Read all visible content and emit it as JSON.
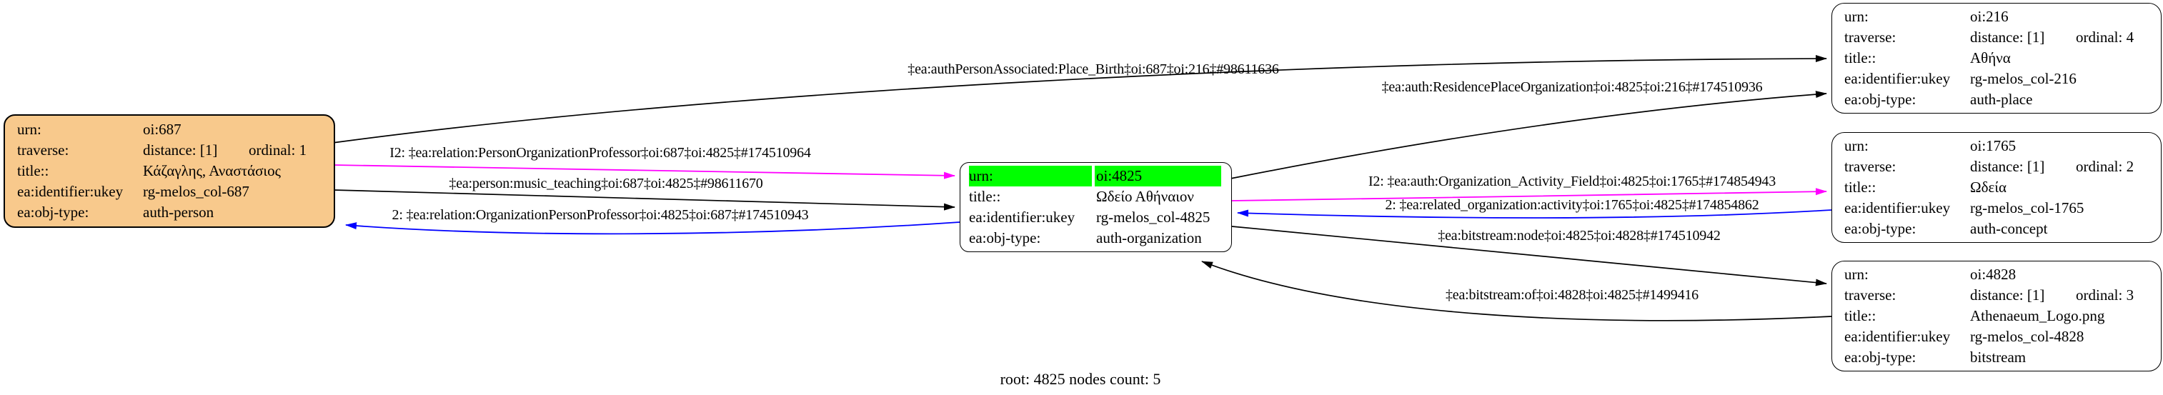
{
  "footer": "root: 4825 nodes count: 5",
  "colors": {
    "highlight_green": "#00ff00",
    "person_node_fill": "#f8c98c",
    "edge_black": "#000000",
    "edge_magenta": "#ff00ff",
    "edge_blue": "#0000ff"
  },
  "nodes": [
    {
      "id": "oi:687",
      "type": "auth-person",
      "rows": [
        {
          "key": "urn:",
          "value": "oi:687"
        },
        {
          "key": "traverse:",
          "value": "distance: [1]",
          "value2": "ordinal: 1"
        },
        {
          "key": "title::",
          "value": "Κάζαγλης, Αναστάσιος"
        },
        {
          "key": "ea:identifier:ukey",
          "value": "rg-melos_col-687"
        },
        {
          "key": "ea:obj-type:",
          "value": "auth-person"
        }
      ]
    },
    {
      "id": "oi:4825",
      "type": "auth-organization",
      "rows": [
        {
          "key": "urn:",
          "value": "oi:4825"
        },
        {
          "key": "title::",
          "value": "Ωδείο Αθήναιον"
        },
        {
          "key": "ea:identifier:ukey",
          "value": "rg-melos_col-4825"
        },
        {
          "key": "ea:obj-type:",
          "value": "auth-organization"
        }
      ]
    },
    {
      "id": "oi:216",
      "type": "auth-place",
      "rows": [
        {
          "key": "urn:",
          "value": "oi:216"
        },
        {
          "key": "traverse:",
          "value": "distance: [1]",
          "value2": "ordinal: 4"
        },
        {
          "key": "title::",
          "value": "Αθήνα"
        },
        {
          "key": "ea:identifier:ukey",
          "value": "rg-melos_col-216"
        },
        {
          "key": "ea:obj-type:",
          "value": "auth-place"
        }
      ]
    },
    {
      "id": "oi:1765",
      "type": "auth-concept",
      "rows": [
        {
          "key": "urn:",
          "value": "oi:1765"
        },
        {
          "key": "traverse:",
          "value": "distance: [1]",
          "value2": "ordinal: 2"
        },
        {
          "key": "title::",
          "value": "Ωδεία"
        },
        {
          "key": "ea:identifier:ukey",
          "value": "rg-melos_col-1765"
        },
        {
          "key": "ea:obj-type:",
          "value": "auth-concept"
        }
      ]
    },
    {
      "id": "oi:4828",
      "type": "bitstream",
      "rows": [
        {
          "key": "urn:",
          "value": "oi:4828"
        },
        {
          "key": "traverse:",
          "value": "distance: [1]",
          "value2": "ordinal: 3"
        },
        {
          "key": "title::",
          "value": "Athenaeum_Logo.png"
        },
        {
          "key": "ea:identifier:ukey",
          "value": "rg-melos_col-4828"
        },
        {
          "key": "ea:obj-type:",
          "value": "bitstream"
        }
      ]
    }
  ],
  "edges": [
    {
      "from": "oi:687",
      "to": "oi:216",
      "color": "#000000",
      "label": "‡ea:authPersonAssociated:Place_Birth‡oi:687‡oi:216‡#98611636"
    },
    {
      "from": "oi:4825",
      "to": "oi:216",
      "color": "#000000",
      "label": "‡ea:auth:ResidencePlaceOrganization‡oi:4825‡oi:216‡#174510936"
    },
    {
      "from": "oi:687",
      "to": "oi:4825",
      "color": "#ff00ff",
      "label": "I2: ‡ea:relation:PersonOrganizationProfessor‡oi:687‡oi:4825‡#174510964"
    },
    {
      "from": "oi:687",
      "to": "oi:4825",
      "color": "#000000",
      "label": "‡ea:person:music_teaching‡oi:687‡oi:4825‡#98611670"
    },
    {
      "from": "oi:4825",
      "to": "oi:687",
      "color": "#0000ff",
      "label": "2: ‡ea:relation:OrganizationPersonProfessor‡oi:4825‡oi:687‡#174510943"
    },
    {
      "from": "oi:4825",
      "to": "oi:1765",
      "color": "#ff00ff",
      "label": "I2: ‡ea:auth:Organization_Activity_Field‡oi:4825‡oi:1765‡#174854943"
    },
    {
      "from": "oi:1765",
      "to": "oi:4825",
      "color": "#0000ff",
      "label": "2: ‡ea:related_organization:activity‡oi:1765‡oi:4825‡#174854862"
    },
    {
      "from": "oi:4825",
      "to": "oi:4828",
      "color": "#000000",
      "label": "‡ea:bitstream:node‡oi:4825‡oi:4828‡#174510942"
    },
    {
      "from": "oi:4828",
      "to": "oi:4825",
      "color": "#000000",
      "label": "‡ea:bitstream:of‡oi:4828‡oi:4825‡#1499416"
    }
  ]
}
